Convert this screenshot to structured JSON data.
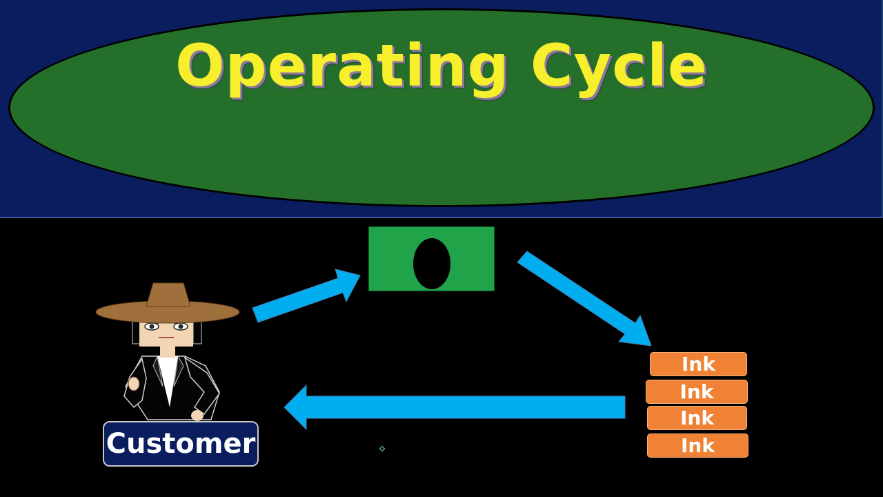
{
  "slide": {
    "title": "Operating Cycle"
  },
  "customer": {
    "label": "Customer"
  },
  "inventory": {
    "items": [
      "Ink",
      "Ink",
      "Ink",
      "Ink"
    ]
  },
  "colors": {
    "header_background": "#0a1d5e",
    "ellipse_fill": "#24702b",
    "title_text": "#f7ee2c",
    "cash_fill": "#21a34a",
    "arrow_fill": "#00aeef",
    "ink_fill": "#ef8234",
    "customer_box_fill": "#0a1d5e"
  },
  "icons": [
    "cash-icon",
    "customer-figure",
    "arrow-right-up-icon",
    "arrow-right-down-icon",
    "arrow-left-icon"
  ]
}
